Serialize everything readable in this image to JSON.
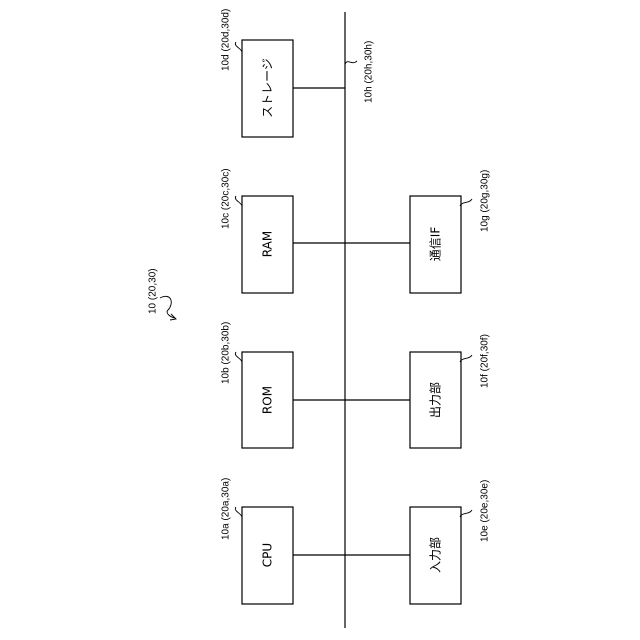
{
  "diagram": {
    "system_ref": "10 (20,30)",
    "bus_ref": "10h (20h,30h)",
    "components": [
      {
        "id": "storage",
        "label": "ストレージ",
        "ref": "10d (20d,30d)"
      },
      {
        "id": "ram",
        "label": "RAM",
        "ref": "10c (20c,30c)"
      },
      {
        "id": "rom",
        "label": "ROM",
        "ref": "10b (20b,30b)"
      },
      {
        "id": "cpu",
        "label": "CPU",
        "ref": "10a (20a,30a)"
      },
      {
        "id": "comm-if",
        "label": "通信IF",
        "ref": "10g (20g,30g)"
      },
      {
        "id": "output",
        "label": "出力部",
        "ref": "10f (20f,30f)"
      },
      {
        "id": "input",
        "label": "入力部",
        "ref": "10e (20e,30e)"
      }
    ]
  }
}
